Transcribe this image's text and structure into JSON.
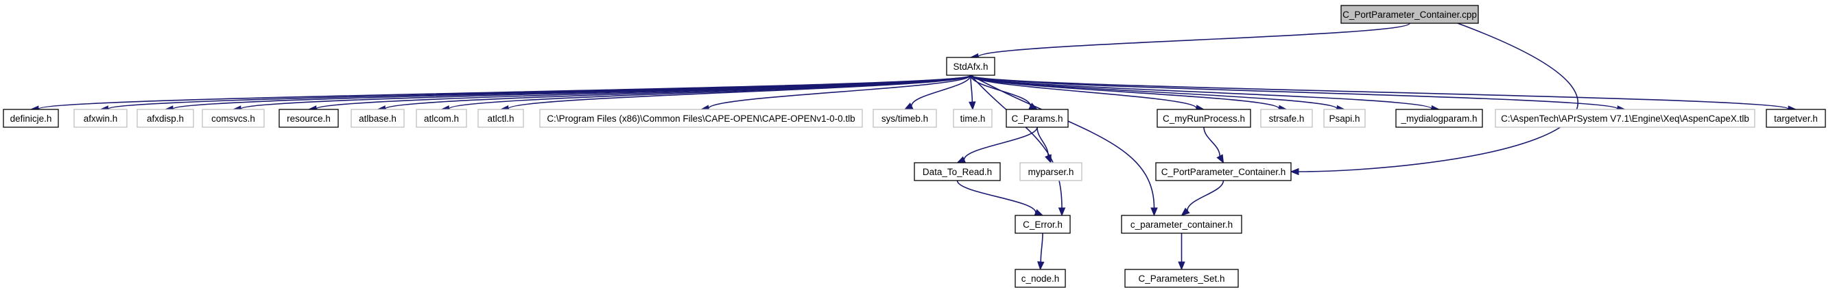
{
  "diagram": {
    "nodes": [
      {
        "id": "cpp",
        "label": "C_PortParameter_Container.cpp",
        "style": "root"
      },
      {
        "id": "stdafx",
        "label": "StdAfx.h",
        "style": "normal"
      },
      {
        "id": "definicje",
        "label": "definicje.h",
        "style": "normal"
      },
      {
        "id": "afxwin",
        "label": "afxwin.h",
        "style": "external"
      },
      {
        "id": "afxdisp",
        "label": "afxdisp.h",
        "style": "external"
      },
      {
        "id": "comsvcs",
        "label": "comsvcs.h",
        "style": "external"
      },
      {
        "id": "resource",
        "label": "resource.h",
        "style": "normal"
      },
      {
        "id": "atlbase",
        "label": "atlbase.h",
        "style": "external"
      },
      {
        "id": "atlcom",
        "label": "atlcom.h",
        "style": "external"
      },
      {
        "id": "atlctl",
        "label": "atlctl.h",
        "style": "external"
      },
      {
        "id": "capeopen",
        "label": "C:\\Program Files (x86)\\Common Files\\CAPE-OPEN\\CAPE-OPENv1-0-0.tlb",
        "style": "external"
      },
      {
        "id": "systimeb",
        "label": "sys/timeb.h",
        "style": "external"
      },
      {
        "id": "time",
        "label": "time.h",
        "style": "external"
      },
      {
        "id": "cparams",
        "label": "C_Params.h",
        "style": "normal"
      },
      {
        "id": "myrun",
        "label": "C_myRunProcess.h",
        "style": "normal"
      },
      {
        "id": "strsafe",
        "label": "strsafe.h",
        "style": "external"
      },
      {
        "id": "psapi",
        "label": "Psapi.h",
        "style": "external"
      },
      {
        "id": "mydialog",
        "label": "_mydialogparam.h",
        "style": "normal"
      },
      {
        "id": "aspen",
        "label": "C:\\AspenTech\\APrSystem V7.1\\Engine\\Xeq\\AspenCapeX.tlb",
        "style": "external"
      },
      {
        "id": "targetver",
        "label": "targetver.h",
        "style": "normal"
      },
      {
        "id": "datatoread",
        "label": "Data_To_Read.h",
        "style": "normal"
      },
      {
        "id": "myparser",
        "label": "myparser.h",
        "style": "external"
      },
      {
        "id": "portparamh",
        "label": "C_PortParameter_Container.h",
        "style": "normal"
      },
      {
        "id": "cerror",
        "label": "C_Error.h",
        "style": "normal"
      },
      {
        "id": "cparamcont",
        "label": "c_parameter_container.h",
        "style": "normal"
      },
      {
        "id": "cnode",
        "label": "c_node.h",
        "style": "normal"
      },
      {
        "id": "cparamset",
        "label": "C_Parameters_Set.h",
        "style": "normal"
      }
    ],
    "edges": [
      [
        "cpp",
        "stdafx"
      ],
      [
        "cpp",
        "portparamh"
      ],
      [
        "stdafx",
        "definicje"
      ],
      [
        "stdafx",
        "afxwin"
      ],
      [
        "stdafx",
        "afxdisp"
      ],
      [
        "stdafx",
        "comsvcs"
      ],
      [
        "stdafx",
        "resource"
      ],
      [
        "stdafx",
        "atlbase"
      ],
      [
        "stdafx",
        "atlcom"
      ],
      [
        "stdafx",
        "atlctl"
      ],
      [
        "stdafx",
        "capeopen"
      ],
      [
        "stdafx",
        "systimeb"
      ],
      [
        "stdafx",
        "time"
      ],
      [
        "stdafx",
        "cparams"
      ],
      [
        "stdafx",
        "cerror"
      ],
      [
        "stdafx",
        "cparamcont"
      ],
      [
        "stdafx",
        "myrun"
      ],
      [
        "stdafx",
        "strsafe"
      ],
      [
        "stdafx",
        "psapi"
      ],
      [
        "stdafx",
        "mydialog"
      ],
      [
        "stdafx",
        "aspen"
      ],
      [
        "stdafx",
        "targetver"
      ],
      [
        "cparams",
        "datatoread"
      ],
      [
        "cparams",
        "myparser"
      ],
      [
        "datatoread",
        "cerror"
      ],
      [
        "cerror",
        "cnode"
      ],
      [
        "myrun",
        "portparamh"
      ],
      [
        "portparamh",
        "cparamcont"
      ],
      [
        "cparamcont",
        "cparamset"
      ]
    ]
  }
}
